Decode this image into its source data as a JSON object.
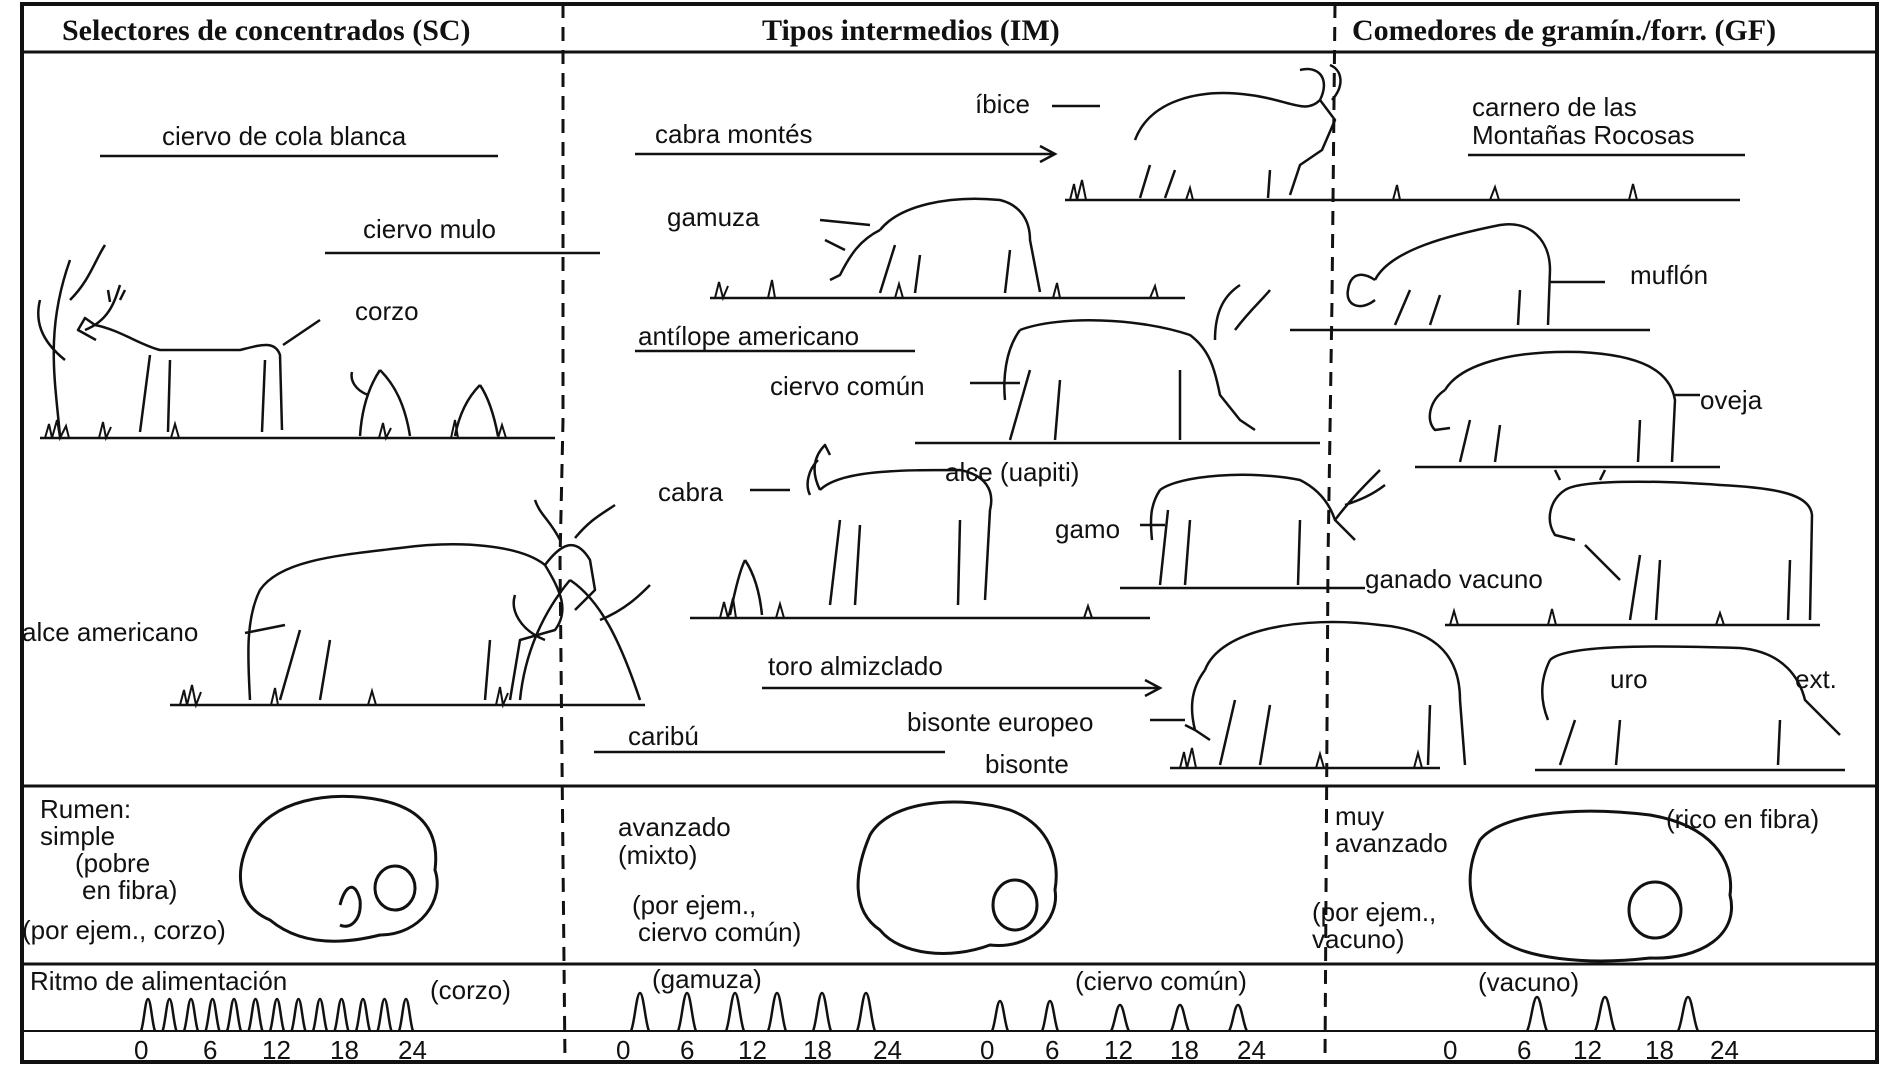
{
  "headers": {
    "sc": "Selectores de concentrados (SC)",
    "im": "Tipos intermedios (IM)",
    "gf": "Comedores de gramín./forr. (GF)"
  },
  "animals": {
    "ciervo_cola_blanca": "ciervo de cola blanca",
    "ciervo_mulo": "ciervo mulo",
    "corzo": "corzo",
    "alce_americano": "alce americano",
    "cabra_montes": "cabra montés",
    "ibice": "íbice",
    "gamuza": "gamuza",
    "antilope_americano": "antílope americano",
    "ciervo_comun": "ciervo común",
    "alce_uapiti": "alce (uapiti)",
    "cabra": "cabra",
    "gamo": "gamo",
    "toro_almizclado": "toro almizclado",
    "bisonte_europeo": "bisonte europeo",
    "caribu": "caribú",
    "bisonte": "bisonte",
    "carnero_line1": "carnero de las",
    "carnero_line2": "Montañas Rocosas",
    "muflon": "muflón",
    "oveja": "oveja",
    "ganado_vacuno": "ganado vacuno",
    "uro": "uro",
    "ext": "ext."
  },
  "rumen": {
    "sc_line1": "Rumen:",
    "sc_line2": "simple",
    "sc_line3": "(pobre",
    "sc_line4": "en fibra)",
    "sc_example": "(por ejem., corzo)",
    "im_line1": "avanzado",
    "im_line2": "(mixto)",
    "im_example1": "(por ejem.,",
    "im_example2": "ciervo común)",
    "gf_line1": "muy",
    "gf_line2": "avanzado",
    "gf_fibre": "(rico en fibra)",
    "gf_example1": "(por ejem.,",
    "gf_example2": "vacuno)"
  },
  "rhythm": {
    "title": "Ritmo de alimentación",
    "sc_example": "(corzo)",
    "im_example_a": "(gamuza)",
    "im_example_b": "(ciervo común)",
    "gf_example": "(vacuno)",
    "ticks_sc": [
      "0",
      "6",
      "12",
      "18",
      "24"
    ],
    "ticks_im_a": [
      "0",
      "6",
      "12",
      "18",
      "24"
    ],
    "ticks_im_b": [
      "0",
      "6",
      "12",
      "18",
      "24"
    ],
    "ticks_gf": [
      "0",
      "6",
      "12",
      "18",
      "24"
    ]
  }
}
